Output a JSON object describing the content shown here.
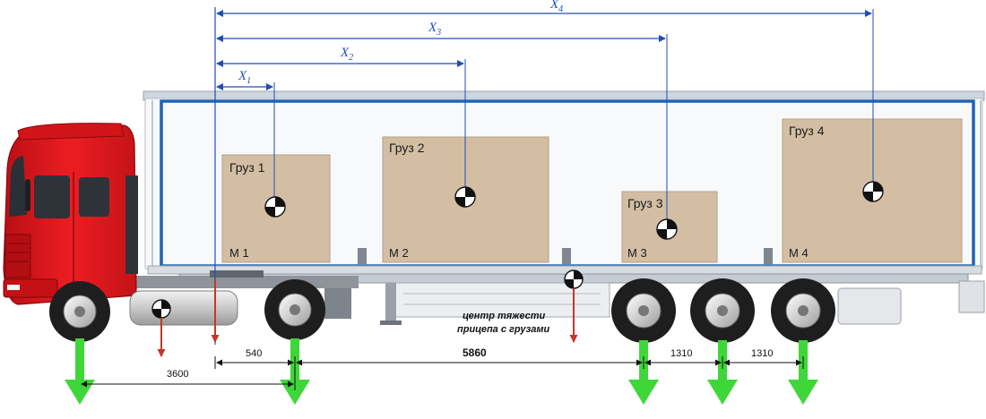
{
  "x_dimensions": [
    {
      "letter": "X",
      "index": "1"
    },
    {
      "letter": "X",
      "index": "2"
    },
    {
      "letter": "X",
      "index": "3"
    },
    {
      "letter": "X",
      "index": "4"
    }
  ],
  "cargo": [
    {
      "name": "Груз 1",
      "mass": "M 1"
    },
    {
      "name": "Груз 2",
      "mass": "M 2"
    },
    {
      "name": "Груз 3",
      "mass": "M 3"
    },
    {
      "name": "Груз 4",
      "mass": "M 4"
    }
  ],
  "dimensions": {
    "wheelbase": "3600",
    "kingpin_offset": "540",
    "trailer_span": "5860",
    "axle_spacing_1": "1310",
    "axle_spacing_2": "1310"
  },
  "cg_note": {
    "line1": "центр тяжести",
    "line2": "прицепа с грузами"
  },
  "colors": {
    "cab_red": "#e3161b",
    "cargo_box": "#d3bea4",
    "frame_blue": "#1f64b4",
    "dimension_blue": "#1e4fb8",
    "force_arrow_green": "#3fd63a",
    "weight_arrow_red": "#c0392b"
  }
}
